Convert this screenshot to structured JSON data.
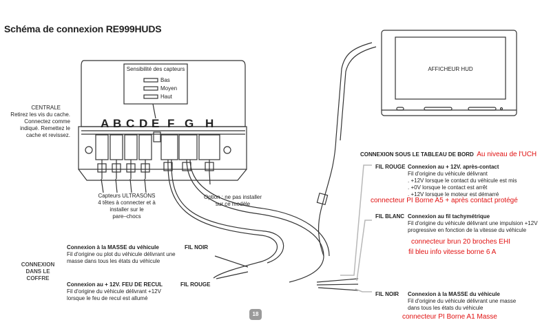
{
  "title": "Schéma de connexion RE999HUDS",
  "sensitivity": {
    "heading": "Sensibilité des capteurs",
    "levels": [
      "Bas",
      "Moyen",
      "Haut"
    ]
  },
  "central": {
    "heading": "CENTRALE",
    "lines": [
      "Retirez les vis du cache.",
      "Connectez comme",
      "indiqué. Remettez le",
      "cache et revissez."
    ]
  },
  "connector_letters": [
    "A",
    "B",
    "C",
    "D",
    "E",
    "F",
    "G",
    "H"
  ],
  "hud_label": "AFFICHEUR HUD",
  "sensors_note": [
    "Capteurs ULTRASONS",
    "4 têtes à connecter et à",
    "installer sur le",
    "pare–chocs"
  ],
  "option_note": [
    "Option : ne pas installer",
    "sur ce modèle"
  ],
  "trunk": {
    "label": [
      "CONNEXION",
      "DANS LE",
      "COFFRE"
    ],
    "mass_title": "Connexion à la MASSE du véhicule",
    "mass_lines": [
      "Fil d'origine ou plot du véhicule délivrant une",
      "masse dans tous les états du véhicule"
    ],
    "reverse_title": "Connexion au + 12V. FEU DE RECUL",
    "reverse_lines": [
      "Fil d'origine du véhicule délivrant +12V",
      "lorsque le feu de recul est allumé"
    ],
    "wire_black": "FIL NOIR",
    "wire_red": "FIL ROUGE"
  },
  "dashboard": {
    "heading": "CONNEXION SOUS LE TABLEAU DE BORD",
    "heading_note": "Au niveau de l'UCH",
    "red_wire": {
      "label": "FIL ROUGE",
      "title": "Connexion au + 12V. après-contact",
      "lines": [
        "Fil d'origine du véhicule délivrant",
        ". +12V lorsque le contact du véhicule est mis",
        ". +0V lorsque le contact est arrêt",
        ". +12V lorsque le moteur est démarré"
      ],
      "note": "connecteur  PI Borne A5 + après contact protégé"
    },
    "white_wire": {
      "label": "FIL BLANC",
      "title": "Connexion au fil tachymétrique",
      "lines": [
        "Fil d'origine du véhicule délivrant une impulsion +12V",
        "progressive en fonction de la vitesse du véhicule"
      ],
      "note1": "connecteur brun 20 broches EHI",
      "note2": "fil bleu info vitesse borne 6 A"
    },
    "black_wire": {
      "label": "FIL NOIR",
      "title": "Connexion à la MASSE du véhicule",
      "lines": [
        "Fil d'origine du véhicule délivrant une masse",
        "dans tous les états du véhicule"
      ],
      "note": "connecteur  PI Borne A1  Masse"
    }
  },
  "page_number": "18"
}
